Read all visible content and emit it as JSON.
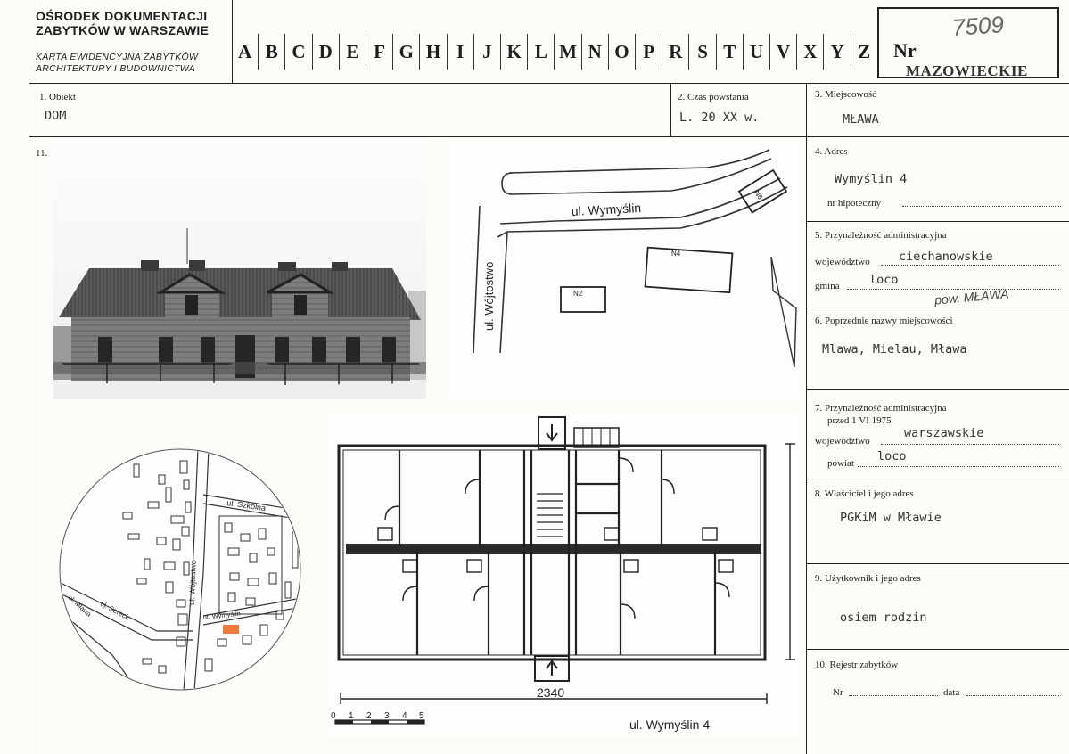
{
  "header": {
    "org_line1": "OŚRODEK DOKUMENTACJI",
    "org_line2": "ZABYTKÓW W WARSZAWIE",
    "card_line1": "KARTA EWIDENCYJNA ZABYTKÓW",
    "card_line2": "ARCHITEKTURY I BUDOWNICTWA",
    "letters": [
      "A",
      "B",
      "C",
      "D",
      "E",
      "F",
      "G",
      "H",
      "I",
      "J",
      "K",
      "L",
      "M",
      "N",
      "O",
      "P",
      "R",
      "S",
      "T",
      "U",
      "V",
      "X",
      "Y",
      "Z"
    ],
    "nr_label": "Nr",
    "number_handwritten": "7509",
    "region": "MAZOWIECKIE"
  },
  "fields": {
    "obiekt_label": "1. Obiekt",
    "obiekt_value": "DOM",
    "czas_label": "2. Czas powstania",
    "czas_value": "L. 20 XX w.",
    "miejscowosc_label": "3. Miejscowość",
    "miejscowosc_value": "MŁAWA",
    "adres_label": "4. Adres",
    "adres_value": "Wymyślin 4",
    "hipoteczny_label": "nr hipoteczny",
    "przynaleznosc_label": "5. Przynależność administracyjna",
    "wojewodztwo_label": "województwo",
    "wojewodztwo_value": "ciechanowskie",
    "gmina_label": "gmina",
    "gmina_value": "loco",
    "pow_handwritten": "pow. MŁAWA",
    "poprzednie_label": "6. Poprzednie nazwy miejscowości",
    "poprzednie_value": "Mlawa, Mielau, Mława",
    "przynaleznosc_old_label": "7. Przynależność administracyjna",
    "przed_label": "przed 1 VI 1975",
    "wojewodztwo_old_label": "województwo",
    "wojewodztwo_old_value": "warszawskie",
    "powiat_label": "powiat",
    "powiat_value": "loco",
    "wlasciciel_label": "8. Właściciel i jego adres",
    "wlasciciel_value": "PGKiM w Mławie",
    "uzytkownik_label": "9. Użytkownik i jego adres",
    "uzytkownik_value": "osiem rodzin",
    "rejestr_label": "10. Rejestr zabytków",
    "rejestr_nr_label": "Nr",
    "rejestr_data_label": "data",
    "illustration_label": "11."
  },
  "site_plan": {
    "street_top": "ul. Wymyślin",
    "street_left": "ul. Wójtostwo",
    "bld_n2": "N2",
    "bld_n4": "N4",
    "bld_n6": "N6"
  },
  "locator_map": {
    "street_szkolna": "ul. Szkolna",
    "street_wojtostwo": "ul. Wójtostwo",
    "street_wymyslin": "ul. Wymyślin",
    "street_sereck": "ul. Sereck",
    "street_mlawka": "ul. Mława",
    "highlight_color": "#f07a3c"
  },
  "floor_plan": {
    "dimension": "2340",
    "scale_labels": [
      "0",
      "1",
      "2",
      "3",
      "4",
      "5"
    ],
    "caption": "ul. Wymyślin 4"
  }
}
